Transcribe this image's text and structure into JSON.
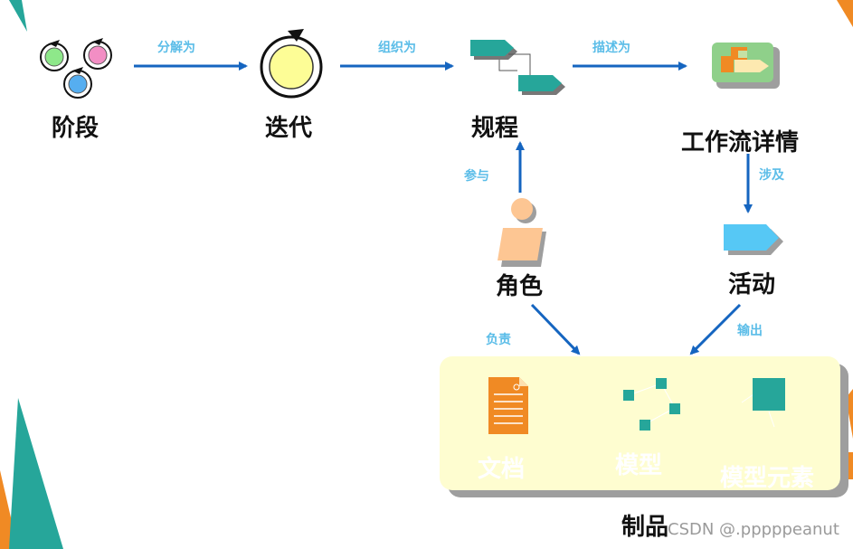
{
  "nodes": {
    "phase": "阶段",
    "iteration": "迭代",
    "process": "规程",
    "workflow_detail": "工作流详情",
    "role": "角色",
    "activity": "活动",
    "artifact": "制品"
  },
  "relations": {
    "decompose": "分解为",
    "organize": "组织为",
    "describe": "描述为",
    "participate": "参与",
    "involve": "涉及",
    "responsible": "负责",
    "output": "输出"
  },
  "artifacts": {
    "document": "文档",
    "model": "模型",
    "model_element": "模型元素"
  },
  "watermark": "CSDN @.pppppeanut",
  "colors": {
    "arrow": "#1565c0",
    "relation_text": "#5bbde8",
    "teal": "#26a69a",
    "panel": "#fefdd0",
    "orange_doc": "#f08a24"
  },
  "icons": [
    "phase-icon",
    "iteration-icon",
    "process-icon",
    "workflow-detail-icon",
    "role-icon",
    "activity-icon",
    "document-icon",
    "model-icon",
    "model-element-icon"
  ]
}
